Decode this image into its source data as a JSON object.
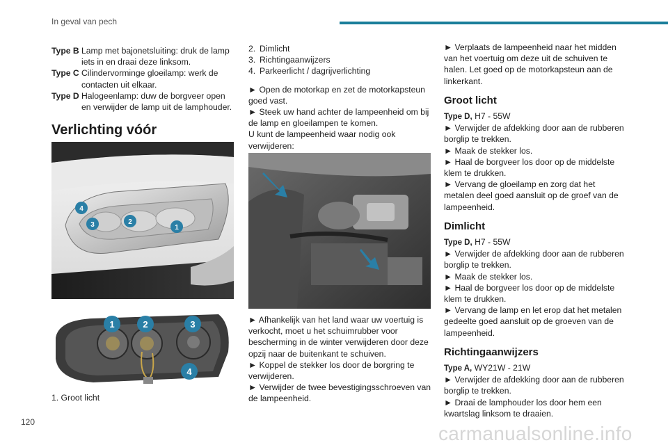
{
  "header": {
    "section_title": "In geval van pech",
    "accent_color": "#1a7e9a"
  },
  "footer": {
    "page_number": "120",
    "watermark": "carmanualsonline.info"
  },
  "col1": {
    "types": [
      {
        "label": "Type B",
        "desc": "Lamp met bajonetsluiting: druk de lamp iets in en draai deze linksom."
      },
      {
        "label": "Type C",
        "desc": "Cilindervorminge gloeilamp: werk de contacten uit elkaar."
      },
      {
        "label": "Type D",
        "desc": "Halogeenlamp: duw de borgveer open en verwijder de lamp uit de lamphouder."
      }
    ],
    "heading": "Verlichting vóór",
    "figure1_callouts": [
      "4",
      "3",
      "2",
      "1"
    ],
    "figure2_callouts": [
      "1",
      "2",
      "3",
      "4"
    ],
    "caption": "1.  Groot licht"
  },
  "col2": {
    "list": [
      {
        "n": "2.",
        "text": "Dimlicht"
      },
      {
        "n": "3.",
        "text": "Richtingaanwijzers"
      },
      {
        "n": "4.",
        "text": "Parkeerlicht / dagrijverlichting"
      }
    ],
    "step1": "► Open de motorkap en zet de motorkapsteun goed vast.",
    "step2": "► Steek uw hand achter de lampeenheid om bij de lamp en gloeilampen te komen.",
    "step3": "U kunt de lampeenheid waar nodig ook verwijderen:",
    "after_figure": [
      "► Afhankelijk van het land waar uw voertuig is verkocht, moet u het schuimrubber voor bescherming in de winter verwijderen door deze opzij naar de buitenkant te schuiven.",
      "► Koppel de stekker los door de borgring te verwijderen.",
      "► Verwijder de twee bevestigingsschroeven van de lampeenheid."
    ]
  },
  "col3": {
    "intro": "► Verplaats de lampeenheid naar het midden van het voertuig om deze uit de schuiven te halen. Let goed op de motorkapsteun aan de linkerkant.",
    "sections": [
      {
        "title": "Groot licht",
        "spec_label": "Type D,",
        "spec_value": " H7 - 55W",
        "steps": [
          "► Verwijder de afdekking door aan de rubberen borglip te trekken.",
          "► Maak de stekker los.",
          "► Haal de borgveer los door op de middelste klem te drukken.",
          "► Vervang de gloeilamp en zorg dat het metalen deel goed aansluit op de groef van de lampeenheid."
        ]
      },
      {
        "title": "Dimlicht",
        "spec_label": "Type D,",
        "spec_value": " H7 - 55W",
        "steps": [
          "► Verwijder de afdekking door aan de rubberen borglip te trekken.",
          "► Maak de stekker los.",
          "► Haal de borgveer los door op de middelste klem te drukken.",
          "► Vervang de lamp en let erop dat het metalen gedeelte goed aansluit op de groeven van de lampeenheid."
        ]
      },
      {
        "title": "Richtingaanwijzers",
        "spec_label": "Type A,",
        "spec_value": " WY21W - 21W",
        "steps": [
          "► Verwijder de afdekking door aan de rubberen borglip te trekken.",
          "► Draai de lamphouder los door hem een kwartslag linksom te draaien."
        ]
      }
    ]
  }
}
